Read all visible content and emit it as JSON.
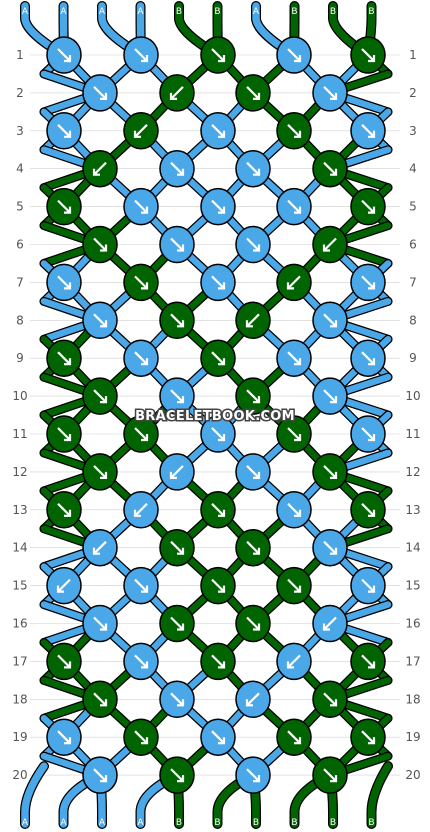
{
  "colors": {
    "A": "#4aa8e8",
    "B": "#006400",
    "outline": "#000000",
    "arrow": "#ffffff",
    "grid": "#d0d0d0",
    "label": "#555555"
  },
  "watermark": "BRACELETBOOK.COM",
  "top_strings": [
    "A",
    "A",
    "A",
    "A",
    "B",
    "B",
    "A",
    "B",
    "B",
    "B"
  ],
  "bottom_strings": [
    "A",
    "A",
    "A",
    "A",
    "B",
    "B",
    "B",
    "B",
    "B",
    "B"
  ],
  "rows": [
    {
      "label": "1",
      "knots": [
        {
          "c": "A",
          "d": "r"
        },
        {
          "c": "A",
          "d": "r"
        },
        {
          "c": "B",
          "d": "r"
        },
        {
          "c": "A",
          "d": "r"
        },
        {
          "c": "B",
          "d": "r"
        }
      ]
    },
    {
      "label": "2",
      "knots": [
        {
          "c": "A",
          "d": "r"
        },
        {
          "c": "B",
          "d": "l"
        },
        {
          "c": "B",
          "d": "r"
        },
        {
          "c": "A",
          "d": "r"
        }
      ]
    },
    {
      "label": "3",
      "knots": [
        {
          "c": "A",
          "d": "r"
        },
        {
          "c": "B",
          "d": "l"
        },
        {
          "c": "A",
          "d": "r"
        },
        {
          "c": "B",
          "d": "r"
        },
        {
          "c": "A",
          "d": "r"
        }
      ]
    },
    {
      "label": "4",
      "knots": [
        {
          "c": "B",
          "d": "l"
        },
        {
          "c": "A",
          "d": "r"
        },
        {
          "c": "A",
          "d": "r"
        },
        {
          "c": "B",
          "d": "r"
        }
      ]
    },
    {
      "label": "5",
      "knots": [
        {
          "c": "B",
          "d": "r"
        },
        {
          "c": "A",
          "d": "r"
        },
        {
          "c": "A",
          "d": "r"
        },
        {
          "c": "A",
          "d": "r"
        },
        {
          "c": "B",
          "d": "r"
        }
      ]
    },
    {
      "label": "6",
      "knots": [
        {
          "c": "B",
          "d": "r"
        },
        {
          "c": "A",
          "d": "r"
        },
        {
          "c": "A",
          "d": "r"
        },
        {
          "c": "B",
          "d": "l"
        }
      ]
    },
    {
      "label": "7",
      "knots": [
        {
          "c": "A",
          "d": "r"
        },
        {
          "c": "B",
          "d": "r"
        },
        {
          "c": "A",
          "d": "r"
        },
        {
          "c": "B",
          "d": "l"
        },
        {
          "c": "A",
          "d": "r"
        }
      ]
    },
    {
      "label": "8",
      "knots": [
        {
          "c": "A",
          "d": "r"
        },
        {
          "c": "B",
          "d": "r"
        },
        {
          "c": "B",
          "d": "l"
        },
        {
          "c": "A",
          "d": "r"
        }
      ]
    },
    {
      "label": "9",
      "knots": [
        {
          "c": "B",
          "d": "r"
        },
        {
          "c": "A",
          "d": "r"
        },
        {
          "c": "B",
          "d": "r"
        },
        {
          "c": "A",
          "d": "r"
        },
        {
          "c": "A",
          "d": "r"
        }
      ]
    },
    {
      "label": "10",
      "knots": [
        {
          "c": "B",
          "d": "r"
        },
        {
          "c": "A",
          "d": "r"
        },
        {
          "c": "B",
          "d": "r"
        },
        {
          "c": "A",
          "d": "r"
        }
      ]
    },
    {
      "label": "11",
      "knots": [
        {
          "c": "B",
          "d": "r"
        },
        {
          "c": "B",
          "d": "r"
        },
        {
          "c": "A",
          "d": "r"
        },
        {
          "c": "B",
          "d": "r"
        },
        {
          "c": "A",
          "d": "r"
        }
      ]
    },
    {
      "label": "12",
      "knots": [
        {
          "c": "B",
          "d": "r"
        },
        {
          "c": "A",
          "d": "l"
        },
        {
          "c": "A",
          "d": "r"
        },
        {
          "c": "B",
          "d": "r"
        }
      ]
    },
    {
      "label": "13",
      "knots": [
        {
          "c": "B",
          "d": "r"
        },
        {
          "c": "A",
          "d": "l"
        },
        {
          "c": "B",
          "d": "r"
        },
        {
          "c": "A",
          "d": "r"
        },
        {
          "c": "B",
          "d": "r"
        }
      ]
    },
    {
      "label": "14",
      "knots": [
        {
          "c": "A",
          "d": "l"
        },
        {
          "c": "B",
          "d": "r"
        },
        {
          "c": "B",
          "d": "r"
        },
        {
          "c": "A",
          "d": "r"
        }
      ]
    },
    {
      "label": "15",
      "knots": [
        {
          "c": "A",
          "d": "l"
        },
        {
          "c": "A",
          "d": "r"
        },
        {
          "c": "B",
          "d": "r"
        },
        {
          "c": "B",
          "d": "r"
        },
        {
          "c": "A",
          "d": "r"
        }
      ]
    },
    {
      "label": "16",
      "knots": [
        {
          "c": "A",
          "d": "r"
        },
        {
          "c": "B",
          "d": "r"
        },
        {
          "c": "B",
          "d": "r"
        },
        {
          "c": "A",
          "d": "l"
        }
      ]
    },
    {
      "label": "17",
      "knots": [
        {
          "c": "B",
          "d": "r"
        },
        {
          "c": "A",
          "d": "r"
        },
        {
          "c": "B",
          "d": "r"
        },
        {
          "c": "A",
          "d": "l"
        },
        {
          "c": "B",
          "d": "r"
        }
      ]
    },
    {
      "label": "18",
      "knots": [
        {
          "c": "B",
          "d": "r"
        },
        {
          "c": "A",
          "d": "r"
        },
        {
          "c": "A",
          "d": "l"
        },
        {
          "c": "B",
          "d": "r"
        }
      ]
    },
    {
      "label": "19",
      "knots": [
        {
          "c": "A",
          "d": "r"
        },
        {
          "c": "B",
          "d": "r"
        },
        {
          "c": "A",
          "d": "r"
        },
        {
          "c": "B",
          "d": "r"
        },
        {
          "c": "B",
          "d": "r"
        }
      ]
    },
    {
      "label": "20",
      "knots": [
        {
          "c": "A",
          "d": "r"
        },
        {
          "c": "B",
          "d": "r"
        },
        {
          "c": "A",
          "d": "r"
        },
        {
          "c": "B",
          "d": "r"
        }
      ]
    }
  ]
}
